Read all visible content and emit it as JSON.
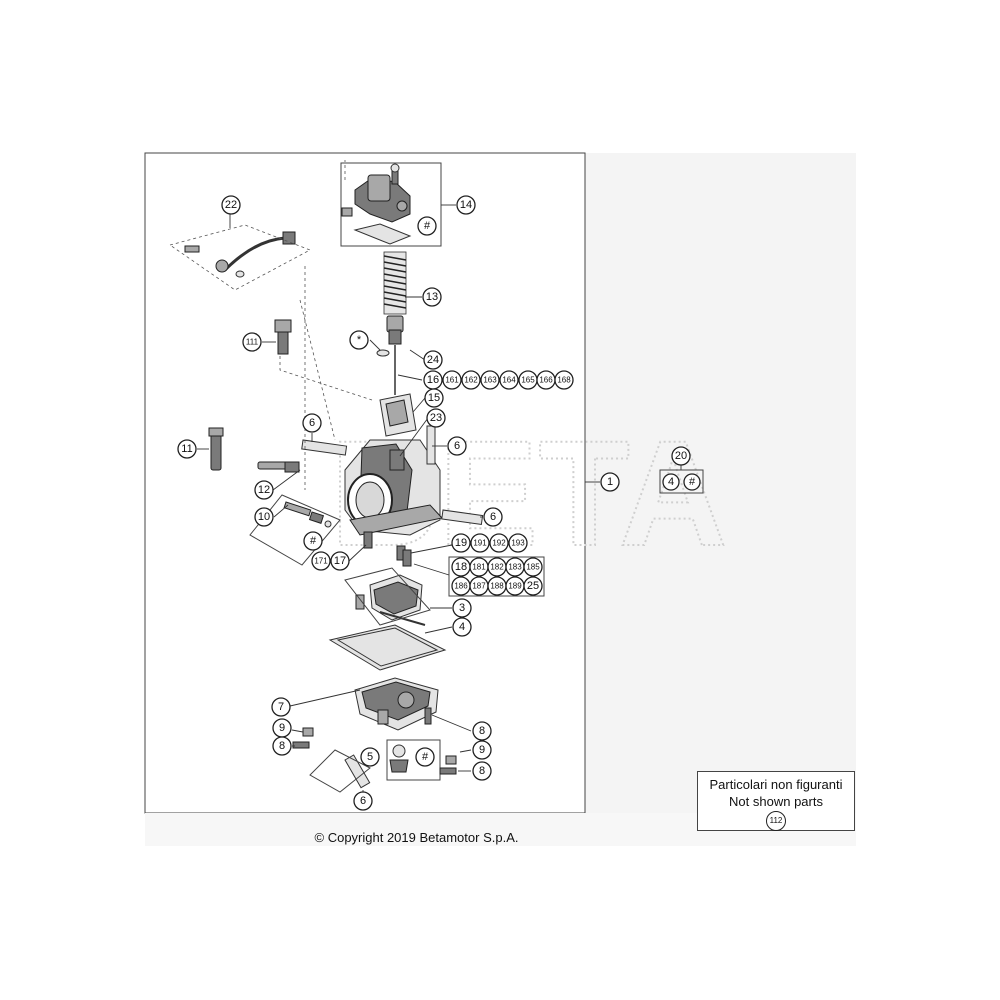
{
  "diagram_title": "",
  "copyright": "© Copyright 2019 Betamotor S.p.A.",
  "legend": {
    "line1": "Particolari non figuranti",
    "line2": "Not shown parts",
    "part": "112"
  },
  "group_20": {
    "label": "20",
    "items": [
      "4",
      "#"
    ]
  },
  "callouts": {
    "c1": "1",
    "c22": "22",
    "c14": "14",
    "c14hash": "#",
    "c13": "13",
    "cstar": "*",
    "c24": "24",
    "c16": "16",
    "c161": "161",
    "c162": "162",
    "c163": "163",
    "c164": "164",
    "c165": "165",
    "c166": "166",
    "c168": "168",
    "c15": "15",
    "c23": "23",
    "c111": "111",
    "c11": "11",
    "c6a": "6",
    "c6b": "6",
    "c6c": "6",
    "c6d": "6",
    "c12": "12",
    "c10": "10",
    "c10hash": "#",
    "c171": "171",
    "c17": "17",
    "c19": "19",
    "c191": "191",
    "c192": "192",
    "c193": "193",
    "c18": "18",
    "c181": "181",
    "c182": "182",
    "c183": "183",
    "c185": "185",
    "c186": "186",
    "c187": "187",
    "c188": "188",
    "c189": "189",
    "c25": "25",
    "c3": "3",
    "c4": "4",
    "c7": "7",
    "c8a": "8",
    "c8b": "8",
    "c8c": "8",
    "c9a": "9",
    "c9b": "9",
    "c5": "5",
    "c5hash": "#"
  }
}
